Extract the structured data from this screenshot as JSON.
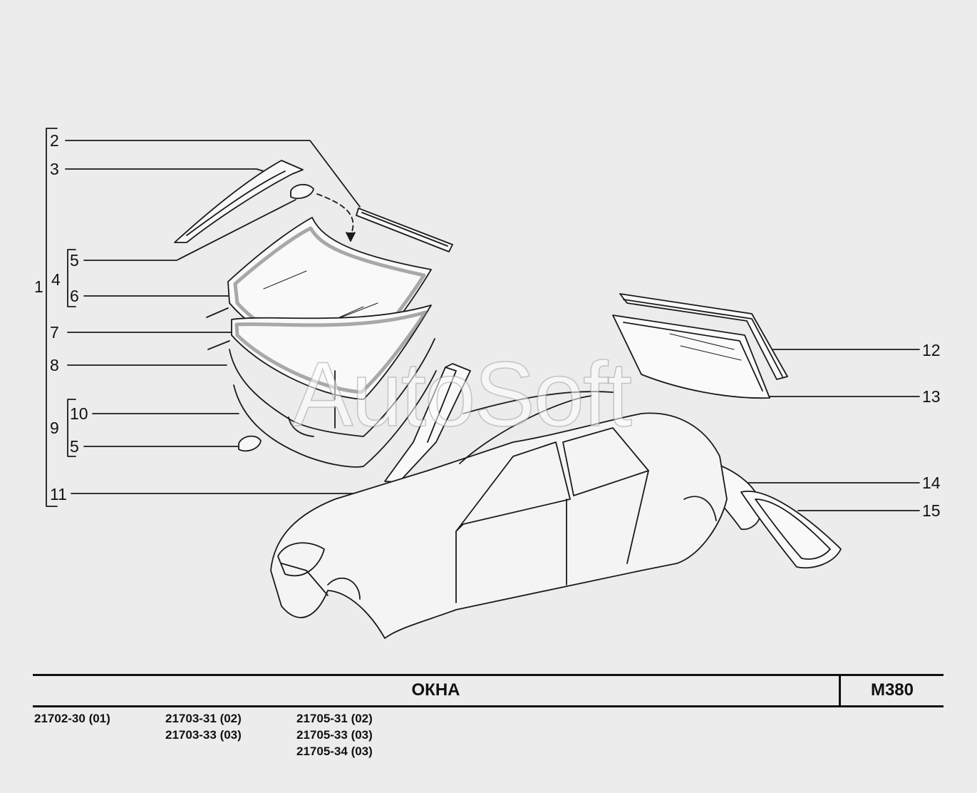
{
  "watermark": "AutoSoft",
  "callouts": {
    "c1": "1",
    "c2": "2",
    "c3": "3",
    "c4": "4",
    "c5a": "5",
    "c6": "6",
    "c7": "7",
    "c8": "8",
    "c9": "9",
    "c10": "10",
    "c5b": "5",
    "c11": "11",
    "c12": "12",
    "c13": "13",
    "c14": "14",
    "c15": "15"
  },
  "footer": {
    "title": "ОКНА",
    "code": "М380",
    "models_col1": [
      "21702-30 (01)"
    ],
    "models_col2": [
      "21703-31 (02)",
      "21703-33 (03)"
    ],
    "models_col3": [
      "21705-31 (02)",
      "21705-33 (03)",
      "21705-34 (03)"
    ]
  }
}
